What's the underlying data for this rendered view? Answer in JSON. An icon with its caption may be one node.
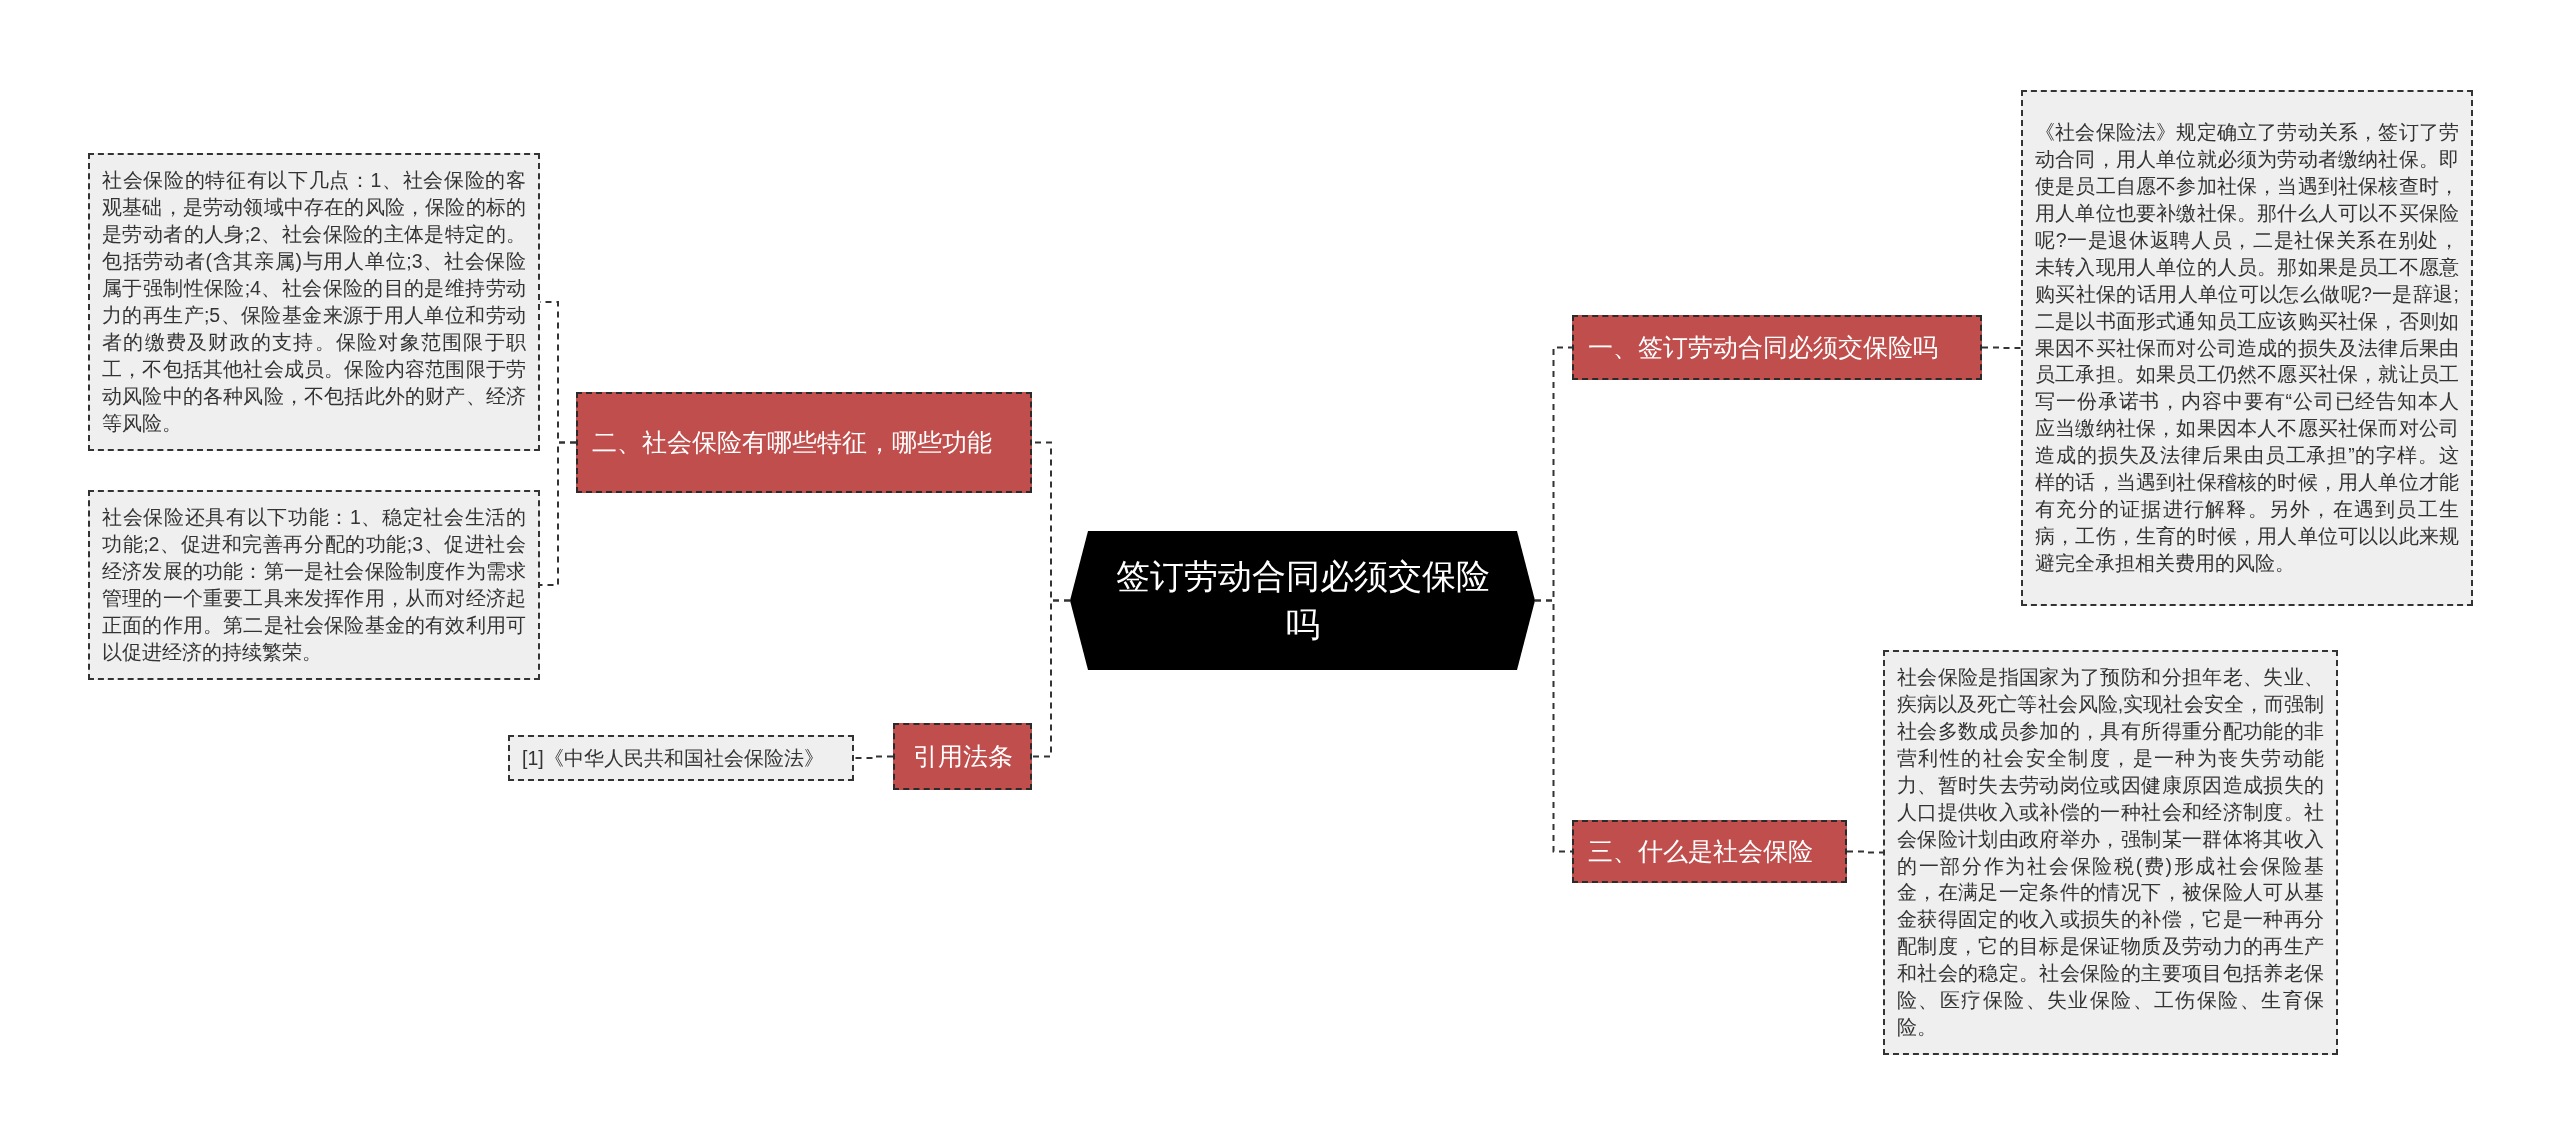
{
  "diagram": {
    "nodes": [
      {
        "text": [
          "签订劳动合同必须交保险吗"
        ]
      },
      {
        "text": [
          "一、签订劳动合同必须交保险吗"
        ]
      },
      {
        "text": [
          "《社会保险法》规定确立了劳动关系，签订了劳动合同，用人单位就必须为劳动者缴纳社保。即使是员工自愿不参加社保，当遇到社保核查时，用人单位也要补缴社保。那什么人可以不买保险呢?一是退休返聘人员，二是社保关系在别处，未转入现用人单位的人员。那如果是员工不愿意购买社保的话用人单位可以怎么做呢?一是辞退;二是以书面形式通知员工应该购买社保，否则如果因不买社保而对公司造成的损失及法律后果由员工承担。如果员工仍然不愿买社保，就让员工写一份承诺书，内容中要有“公司已经告知本人应当缴纳社保，如果因本人不愿买社保而对公司造成的损失及法律后果由员工承担”的字样。这样的话，当遇到社保稽核的时候，用人单位才能有充分的证据进行解释。另外，在遇到员工生病，工伤，生育的时候，用人单位可以以此来规避完全承担相关费用的风险。"
        ]
      },
      {
        "text": [
          "二、社会保险有哪些特征，哪些功能"
        ]
      },
      {
        "text": [
          "社会保险的特征有以下几点：1、社会保险的客观基础，是劳动领域中存在的风险，保险的标的是劳动者的人身;2、社会保险的主体是特定的。包括劳动者(含其亲属)与用人单位;3、社会保险属于强制性保险;4、社会保险的目的是维持劳动力的再生产;5、保险基金来源于用人单位和劳动者的缴费及财政的支持。保险对象范围限于职工，不包括其他社会成员。保险内容范围限于劳动风险中的各种风险，不包括此外的财产、经济等风险。"
        ]
      },
      {
        "text": [
          "社会保险还具有以下功能：1、稳定社会生活的功能;2、促进和完善再分配的功能;3、促进社会经济发展的功能：第一是社会保险制度作为需求管理的一个重要工具来发挥作用，从而对经济起正面的作用。第二是社会保险基金的有效利用可以促进经济的持续繁荣。"
        ]
      },
      {
        "text": [
          "三、什么是社会保险"
        ]
      },
      {
        "text": [
          "社会保险是指国家为了预防和分担年老、失业、疾病以及死亡等社会风险,实现社会安全，而强制社会多数成员参加的，具有所得重分配功能的非营利性的社会安全制度，是一种为丧失劳动能力、暂时失去劳动岗位或因健康原因造成损失的人口提供收入或补偿的一种社会和经济制度。社会保险计划由政府举办，强制某一群体将其收入的一部分作为社会保险税(费)形成社会保险基金，在满足一定条件的情况下，被保险人可从基金获得固定的收入或损失的补偿，它是一种再分配制度，它的目标是保证物质及劳动力的再生产和社会的稳定。社会保险的主要项目包括养老保险、医疗保险、失业保险、工伤保险、生育保险。"
        ]
      },
      {
        "text": [
          "引用法条"
        ]
      },
      {
        "text": [
          "[1]《中华人民共和国社会保险法》"
        ]
      }
    ],
    "edges": [
      {
        "from": 0,
        "to": 1,
        "arrow": "none"
      },
      {
        "from": 1,
        "to": 2,
        "arrow": "none"
      },
      {
        "from": 0,
        "to": 3,
        "arrow": "none"
      },
      {
        "from": 3,
        "to": 4,
        "arrow": "none"
      },
      {
        "from": 3,
        "to": 5,
        "arrow": "none"
      },
      {
        "from": 0,
        "to": 6,
        "arrow": "none"
      },
      {
        "from": 6,
        "to": 7,
        "arrow": "none"
      },
      {
        "from": 0,
        "to": 8,
        "arrow": "none"
      },
      {
        "from": 8,
        "to": 9,
        "arrow": "none"
      }
    ]
  }
}
